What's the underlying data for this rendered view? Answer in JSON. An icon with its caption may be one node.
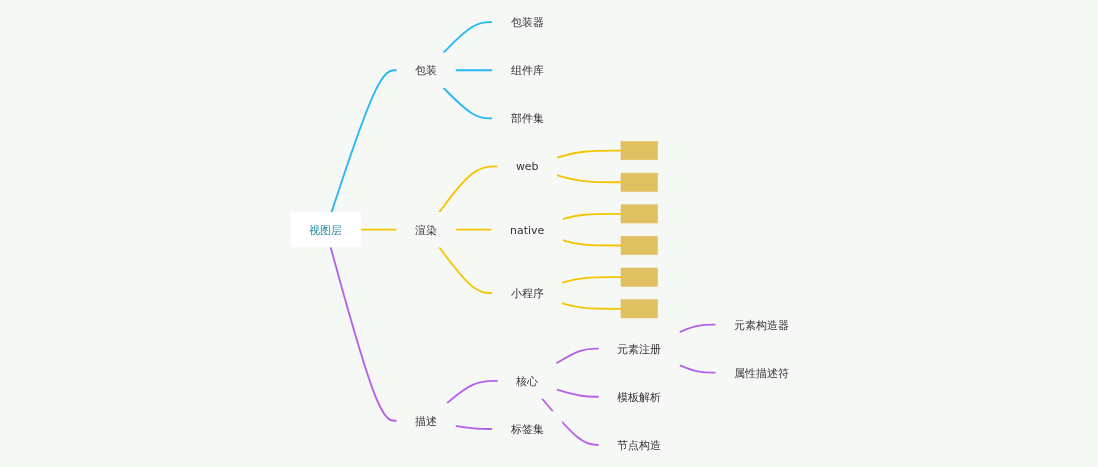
{
  "diagram": {
    "nodes": [
      {
        "text": [
          "视图层"
        ]
      },
      {
        "text": [
          "包装"
        ]
      },
      {
        "text": [
          "包装器"
        ]
      },
      {
        "text": [
          "组件库"
        ]
      },
      {
        "text": [
          "部件集"
        ]
      },
      {
        "text": [
          "渲染"
        ]
      },
      {
        "text": [
          "web"
        ]
      },
      {
        "text": [],
        "shape": "bar"
      },
      {
        "text": [],
        "shape": "bar"
      },
      {
        "text": [
          "native"
        ]
      },
      {
        "text": [],
        "shape": "bar"
      },
      {
        "text": [],
        "shape": "bar"
      },
      {
        "text": [
          "小程序"
        ]
      },
      {
        "text": [],
        "shape": "bar"
      },
      {
        "text": [],
        "shape": "bar"
      },
      {
        "text": [
          "描述"
        ]
      },
      {
        "text": [
          "核心"
        ]
      },
      {
        "text": [
          "元素注册"
        ]
      },
      {
        "text": [
          "元素构造器"
        ]
      },
      {
        "text": [
          "属性描述符"
        ]
      },
      {
        "text": [
          "模板解析"
        ]
      },
      {
        "text": [
          "节点构造"
        ]
      },
      {
        "text": [
          "标签集"
        ]
      }
    ],
    "edges": [
      {
        "from": 0,
        "to": 1,
        "arrow": "none",
        "color": "#29b6f6"
      },
      {
        "from": 1,
        "to": 2,
        "arrow": "none",
        "color": "#29b6f6"
      },
      {
        "from": 1,
        "to": 3,
        "arrow": "none",
        "color": "#29b6f6"
      },
      {
        "from": 1,
        "to": 4,
        "arrow": "none",
        "color": "#29b6f6"
      },
      {
        "from": 0,
        "to": 5,
        "arrow": "none"
      },
      {
        "from": 5,
        "to": 6,
        "arrow": "none"
      },
      {
        "from": 6,
        "to": 7,
        "arrow": "none"
      },
      {
        "from": 6,
        "to": 8,
        "arrow": "none"
      },
      {
        "from": 5,
        "to": 9,
        "arrow": "none"
      },
      {
        "from": 9,
        "to": 10,
        "arrow": "none"
      },
      {
        "from": 9,
        "to": 11,
        "arrow": "none"
      },
      {
        "from": 5,
        "to": 12,
        "arrow": "none"
      },
      {
        "from": 12,
        "to": 13,
        "arrow": "none"
      },
      {
        "from": 12,
        "to": 14,
        "arrow": "none"
      },
      {
        "from": 0,
        "to": 15,
        "arrow": "none",
        "color": "#b660e8"
      },
      {
        "from": 15,
        "to": 16,
        "arrow": "none",
        "color": "#b660e8"
      },
      {
        "from": 16,
        "to": 17,
        "arrow": "none",
        "color": "#b660e8"
      },
      {
        "from": 17,
        "to": 18,
        "arrow": "none",
        "color": "#b660e8"
      },
      {
        "from": 17,
        "to": 19,
        "arrow": "none",
        "color": "#b660e8"
      },
      {
        "from": 16,
        "to": 20,
        "arrow": "none",
        "color": "#b660e8"
      },
      {
        "from": 16,
        "to": 21,
        "arrow": "none",
        "color": "#b660e8"
      },
      {
        "from": 15,
        "to": 22,
        "arrow": "none",
        "color": "#b660e8"
      }
    ]
  }
}
